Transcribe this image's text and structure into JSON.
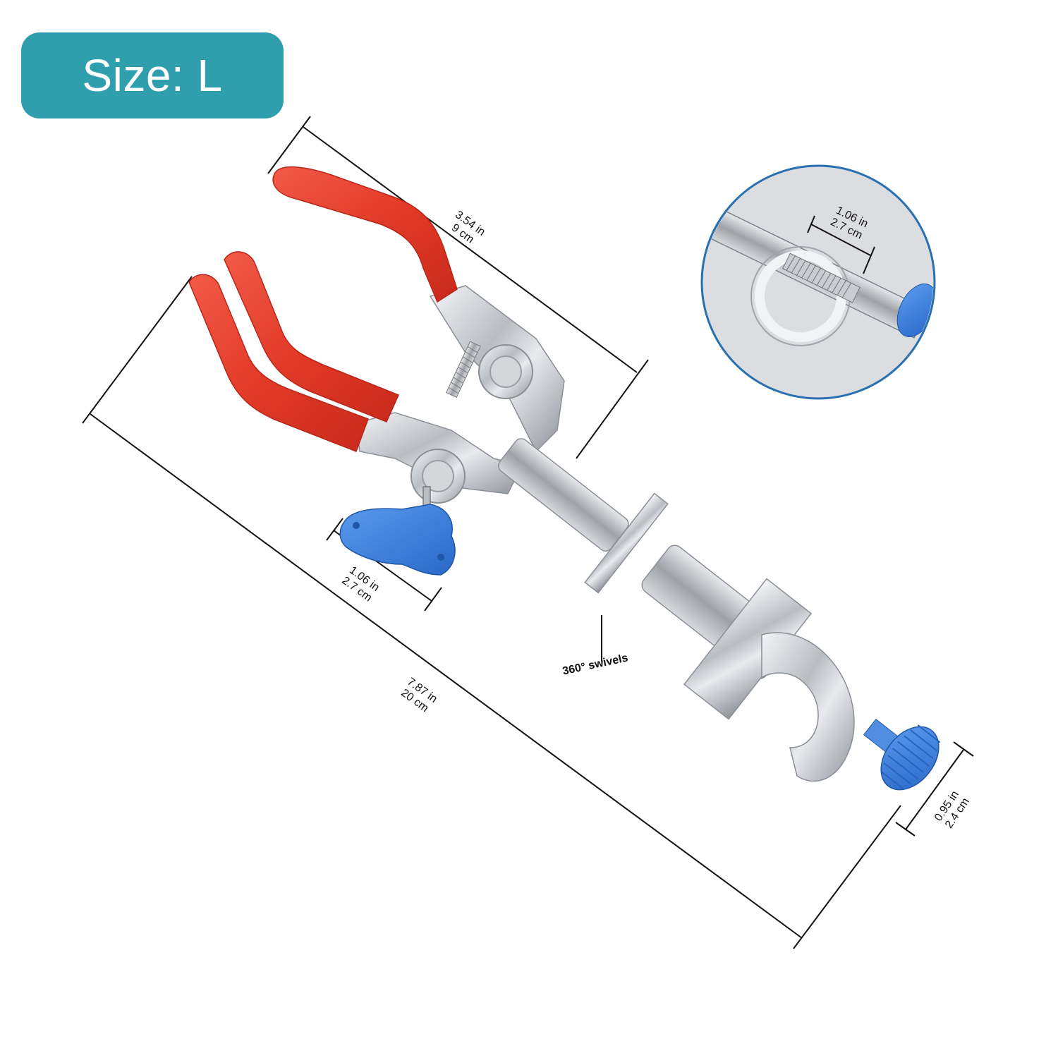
{
  "badge": {
    "label": "Size: L",
    "color": "#2f9fad"
  },
  "product": {
    "name": "three-prong lab clamp with boss head",
    "colors": {
      "grip": "#e8402f",
      "metal": "#c9ccd1",
      "knob": "#3a7fd8",
      "inset_border": "#2a6fb0"
    }
  },
  "dimensions": {
    "jaw_length": {
      "imperial": "3.54 in",
      "metric": "9 cm"
    },
    "total_length": {
      "imperial": "7.87 in",
      "metric": "20 cm"
    },
    "wing_nut_width": {
      "imperial": "1.06 in",
      "metric": "2.7 cm"
    },
    "boss_opening": {
      "imperial": "1.06 in",
      "metric": "2.7 cm"
    },
    "knob_diameter": {
      "imperial": "0.95 in",
      "metric": "2.4 cm"
    }
  },
  "annotations": {
    "swivel": "360° swivels"
  }
}
